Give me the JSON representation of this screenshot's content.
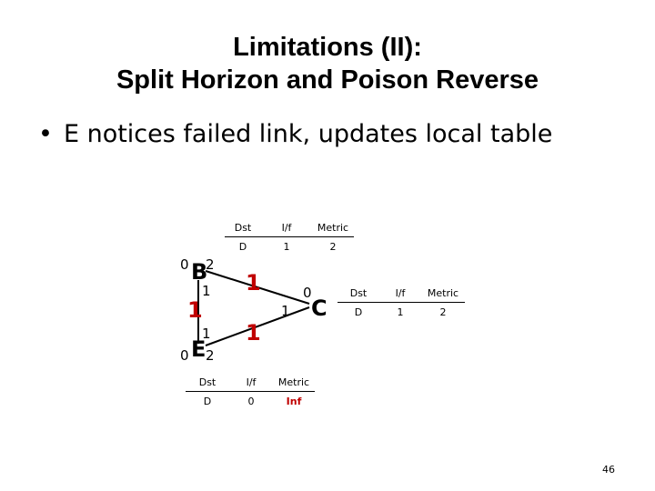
{
  "slide": {
    "title_line1": "Limitations (II):",
    "title_line2": "Split Horizon and Poison Reverse",
    "bullet": "E notices failed link, updates local table",
    "page_number": "46"
  },
  "nodes": {
    "B": {
      "name": "B",
      "port_left": "0",
      "port_top_right": "2",
      "port_bottom": "1"
    },
    "E": {
      "name": "E",
      "port_left": "0",
      "port_top": "1",
      "port_bottom_right": "2"
    },
    "C": {
      "name": "C",
      "port_top": "0",
      "port_left": "1"
    }
  },
  "link_costs": {
    "B_E": "1",
    "B_C": "1",
    "E_C": "1"
  },
  "tables": {
    "B": {
      "headers": [
        "Dst",
        "I/f",
        "Metric"
      ],
      "rows": [
        [
          "D",
          "1",
          "2"
        ]
      ]
    },
    "C": {
      "headers": [
        "Dst",
        "I/f",
        "Metric"
      ],
      "rows": [
        [
          "D",
          "1",
          "2"
        ]
      ]
    },
    "E": {
      "headers": [
        "Dst",
        "I/f",
        "Metric"
      ],
      "rows": [
        [
          "D",
          "0",
          "Inf"
        ]
      ]
    }
  },
  "colors": {
    "cost": "#c00000",
    "inf": "#c00000",
    "text": "#000000"
  }
}
